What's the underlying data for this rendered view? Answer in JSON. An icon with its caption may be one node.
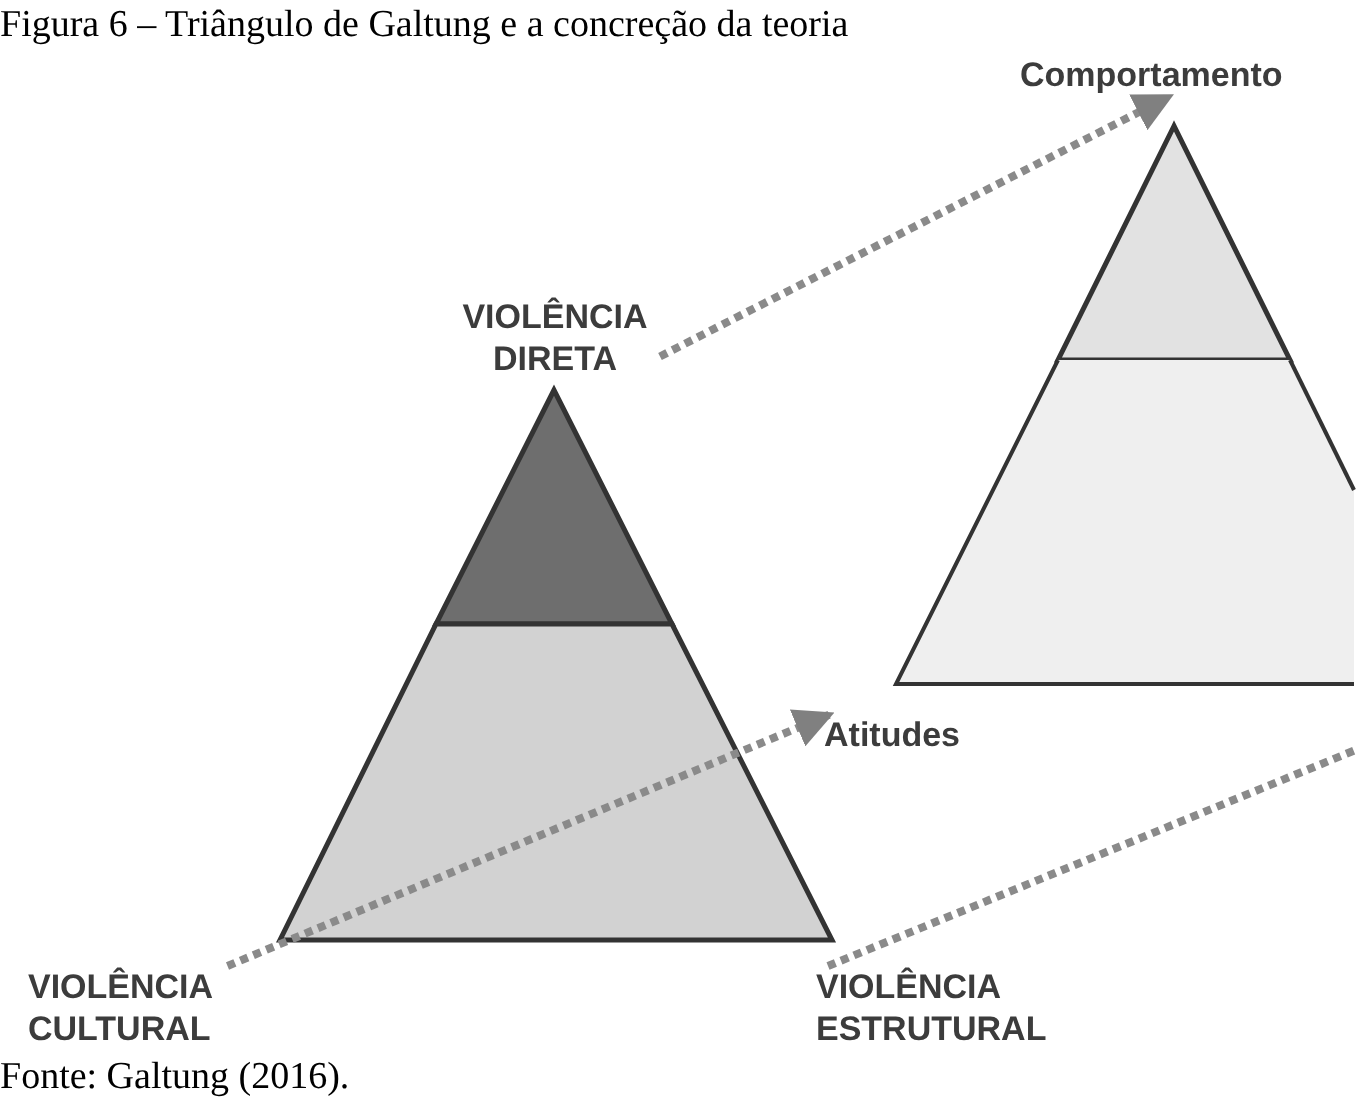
{
  "diagram": {
    "title": "Figura 6 – Triângulo de Galtung e a concreção da teoria",
    "caption": "Fonte: Galtung (2016).",
    "nodes": [
      {
        "text": [
          "VIOLÊNCIA DIRETA"
        ]
      },
      {
        "text": [
          "VIOLÊNCIA CULTURAL"
        ]
      },
      {
        "text": [
          "VIOLÊNCIA ESTRUTURAL"
        ]
      },
      {
        "text": [
          "Comportamento"
        ]
      },
      {
        "text": [
          "Atitudes"
        ]
      }
    ],
    "edges": [
      {
        "from": 0,
        "to": 3,
        "arrow": "to",
        "style": "dashed"
      },
      {
        "from": 1,
        "to": 4,
        "arrow": "to",
        "style": "dashed"
      },
      {
        "from": 2,
        "to": null,
        "arrow": "none",
        "style": "dashed"
      }
    ]
  }
}
